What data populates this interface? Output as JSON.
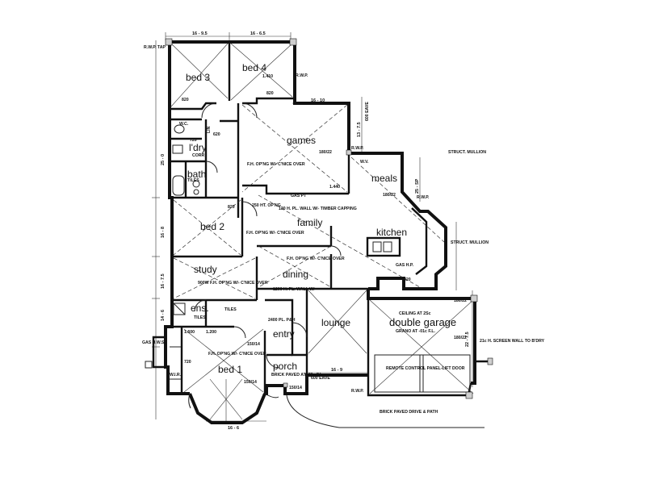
{
  "rooms": {
    "bed3": "bed 3",
    "bed4": "bed 4",
    "games": "games",
    "wc": "W.C.",
    "ldry": "l'dry",
    "bath": "bath",
    "meals": "meals",
    "bed2": "bed 2",
    "family": "family",
    "kitchen": "kitchen",
    "study": "study",
    "dining": "dining",
    "ens": "ens.",
    "lounge": "lounge",
    "double_garage": "double garage",
    "entry": "entry",
    "porch": "porch",
    "bed1": "bed 1",
    "wir": "W.I.R."
  },
  "dimensions": {
    "top_left": "16 - 9.5",
    "top_right": "16 - 6.5",
    "games_top": "16 - 10",
    "left_upper": "25 - 0",
    "left_bed2": "16 - 8",
    "left_study": "16 - 7.5",
    "left_ens": "14 - 6",
    "bottom_bay": "16 - 6",
    "lounge_bottom": "16 - 9",
    "right_side": "22 - 7.5",
    "meals_side": "25 - SP",
    "games_side": "13 - 7.5"
  },
  "notes": {
    "rwp": "R.W.P.",
    "rwp_tap": "R.W.P. TAP",
    "eave_600": "600 EAVE",
    "struct_mullion": "STRUCT. MULLION",
    "gas_pt": "GAS PT",
    "gas_hp": "GAS H.P.",
    "wv": "W.V.",
    "games_opng": "F.H. OP'NG W/- C'NICE OVER",
    "bed2_opng": "F.H. OP'NG W/- C'NICE OVER",
    "family_opng": "F.H. OP'NG W/- C'NICE OVER",
    "pl_wall": "130 H. PL. WALL W/- TIMBER CAPPING",
    "ht_opng": "250 HT. OP'NG",
    "study_opng": "900W F.H. OP'NG W/- C'NICE OVER",
    "dining_pl_wall": "1200 H. PL. WALL W/",
    "tiles": "TILES",
    "linen": "LIN",
    "corr": "CORR",
    "bed1_opng": "F.H. OP'NG W/- C'NICE OVER",
    "entry_pl": "2400 PL. P&H",
    "ceiling_garage": "CEILING AT 2Sc",
    "garage_floor": "GRANO AT -01c F.L.",
    "porch_paved": "BRICK PAVED AT -01c F.L.",
    "remote_door": "REMOTE CONTROL PANEL-LIFT DOOR",
    "screen_wall": "21c H. SCREEN WALL TO B'DRY",
    "gas_hws": "GAS H.W.S.",
    "eave_600b": "600 EAVE",
    "driveway": "BRICK PAVED DRIVE & PATH",
    "lintel_150": "150/14",
    "lintel_180": "180/22",
    "opening_820": "820",
    "opening_720": "720",
    "opening_620": "620",
    "opening_1410": "1.410",
    "opening_1600": "1.600",
    "opening_1200": "1.200",
    "opening_1440": "1.440"
  }
}
